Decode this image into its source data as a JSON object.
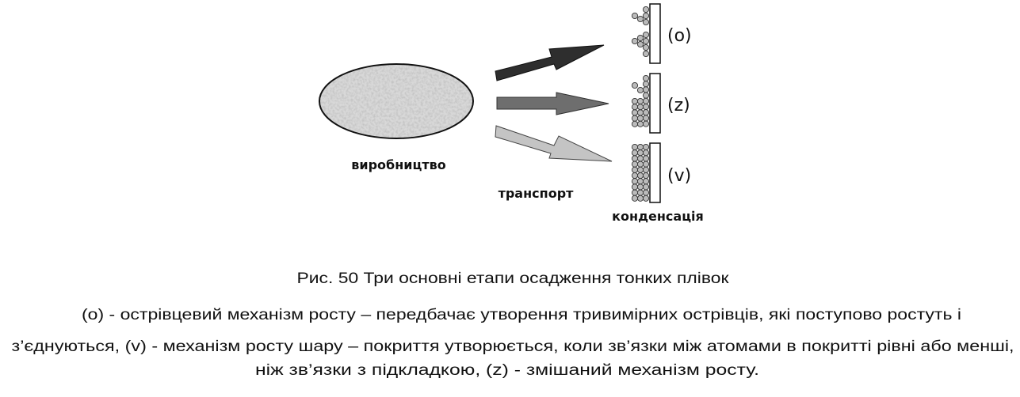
{
  "diagram": {
    "stages": {
      "production": "виробництво",
      "transport": "транспорт",
      "condensation": "конденсація"
    },
    "modes": [
      "(o)",
      "(z)",
      "(v)"
    ],
    "arrow_colors": [
      "#2e2e2e",
      "#6e6e6e",
      "#c4c4c4"
    ]
  },
  "caption": {
    "title": "Рис. 50 Три основні етапи осадження тонких плівок",
    "lines": [
      "(o) - острівцевий механізм росту – передбачає утворення  тривимірних острівців, які поступово ростуть і",
      "з’єднуються, (v) - механізм росту шару – покриття  утворюється, коли зв’язки між атомами в покритті рівні  або менші,",
      "ніж зв’язки з підкладкою, (z) - змішаний  механізм росту."
    ]
  }
}
